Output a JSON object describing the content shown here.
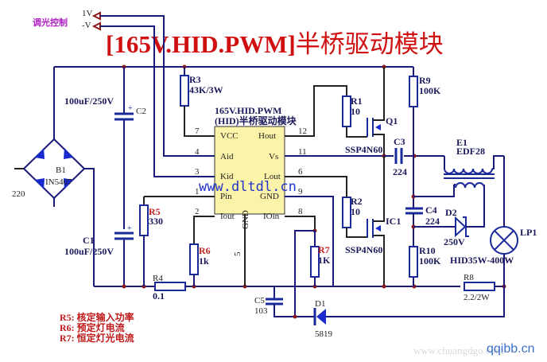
{
  "title": {
    "prefix": "[165V.HID.PWM]",
    "suffix": "半桥驱动模块"
  },
  "dimming": {
    "label": "调光控制",
    "plus": "1V",
    "minus": "-V"
  },
  "ic": {
    "name": "165V.HID.PWM",
    "subtitle": "(HID)半桥驱动模块",
    "fill": "#fbf3a8",
    "left_pins": [
      {
        "num": "7",
        "name": "VCC"
      },
      {
        "num": "4",
        "name": "Aid"
      },
      {
        "num": "3",
        "name": "Kid"
      },
      {
        "num": "1",
        "name": "Pin"
      },
      {
        "num": "2",
        "name": "Iout"
      }
    ],
    "right_pins": [
      {
        "num": "12",
        "name": "Hout"
      },
      {
        "num": "11",
        "name": "Vs"
      },
      {
        "num": "6",
        "name": "Lout"
      },
      {
        "num": "9",
        "name": "GND"
      },
      {
        "num": "8",
        "name": "IOin"
      }
    ],
    "bottom_pin": {
      "num": "5",
      "name": "GND"
    }
  },
  "components": {
    "c2": {
      "ref": "C2",
      "value": "100uF/250V"
    },
    "c1": {
      "ref": "C1",
      "value": "100uF/250V"
    },
    "b1": {
      "ref": "B1",
      "value": "IN5407"
    },
    "ac_in": "220",
    "r3": {
      "ref": "R3",
      "value": "43K/3W"
    },
    "r1": {
      "ref": "R1",
      "value": "10"
    },
    "r2": {
      "ref": "R2",
      "value": "10"
    },
    "q1": {
      "ref": "Q1",
      "value": "SSP4N60"
    },
    "ic1": {
      "ref": "IC1",
      "value": "SSP4N60"
    },
    "r9": {
      "ref": "R9",
      "value": "100K"
    },
    "r10": {
      "ref": "R10",
      "value": "100K"
    },
    "c3": {
      "ref": "C3",
      "value": "224"
    },
    "c4": {
      "ref": "C4",
      "value": "224"
    },
    "e1": {
      "ref": "E1",
      "value": "EDF28"
    },
    "d2": {
      "ref": "D2",
      "value": "250V"
    },
    "lp1": {
      "ref": "LP1",
      "value": "HID35W-400W"
    },
    "r5": {
      "ref": "R5",
      "value": "330"
    },
    "r6": {
      "ref": "R6",
      "value": "1k"
    },
    "r7": {
      "ref": "R7",
      "value": "1K"
    },
    "r4": {
      "ref": "R4",
      "value": "0.1"
    },
    "r8": {
      "ref": "R8",
      "value": "2.2/2W"
    },
    "c5": {
      "ref": "C5",
      "value": "103"
    },
    "d1": {
      "ref": "D1",
      "value": "5819"
    }
  },
  "notes": [
    "R5:  核定输入功率",
    "R6:  预定灯电流",
    "R7:  恒定灯光电流"
  ],
  "watermarks": {
    "center": "www.dltdl.cn",
    "corner": "qqibb.cn",
    "faded": "www.chuangdgo.com"
  }
}
